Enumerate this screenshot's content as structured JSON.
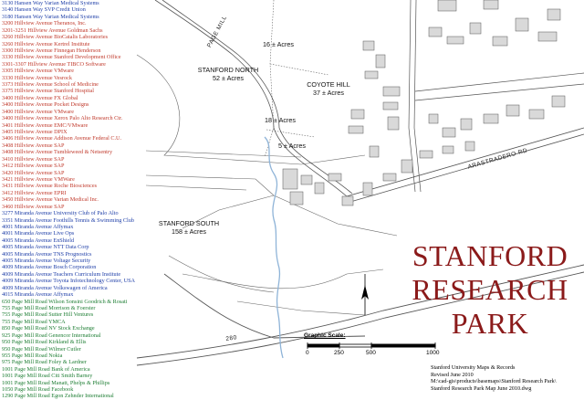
{
  "tenants": [
    {
      "text": "3130 Hansen Way  Varian Medical Systems",
      "color": "#1f3fa8"
    },
    {
      "text": "3140 Hansen Way  SVP Credit Union",
      "color": "#1f3fa8"
    },
    {
      "text": "3180 Hansen Way  Varian Medical Systems",
      "color": "#1f3fa8"
    },
    {
      "text": "3200 Hillview Avenue  Theranos, Inc.",
      "color": "#c0392b"
    },
    {
      "text": "3201-3251 Hillview Avenue  Goldman Sachs",
      "color": "#c0392b"
    },
    {
      "text": "3260 Hillview Avenue  BioCatalis Laboratories",
      "color": "#c0392b"
    },
    {
      "text": "3260 Hillview Avenue  Kertrel Institute",
      "color": "#c0392b"
    },
    {
      "text": "3300 Hillview Avenue  Finnegan Henderson",
      "color": "#c0392b"
    },
    {
      "text": "3330 Hillview Avenue  Stanford Development Office",
      "color": "#c0392b"
    },
    {
      "text": "3301-3307 Hillview Avenue  TIBCO Software",
      "color": "#c0392b"
    },
    {
      "text": "3305 Hillview Avenue  VMware",
      "color": "#c0392b"
    },
    {
      "text": "3330 Hillview Avenue  Vesrock",
      "color": "#c0392b"
    },
    {
      "text": "3373 Hillview Avenue  School of Medicine",
      "color": "#c0392b"
    },
    {
      "text": "3375 Hillview Avenue  Stanford Hospital",
      "color": "#c0392b"
    },
    {
      "text": "3400 Hillview Avenue  FX Global",
      "color": "#c0392b"
    },
    {
      "text": "3400 Hillview Avenue  Pocket Designs",
      "color": "#c0392b"
    },
    {
      "text": "3400 Hillview Avenue  VMware",
      "color": "#c0392b"
    },
    {
      "text": "3400 Hillview Avenue  Xerox Palo Alto Research Ctr.",
      "color": "#c0392b"
    },
    {
      "text": "3401 Hillview Avenue  EMC/VMware",
      "color": "#c0392b"
    },
    {
      "text": "3405 Hillview Avenue  DPIX",
      "color": "#c0392b"
    },
    {
      "text": "3406 Hillview Avenue  Addison Avenue Federal C.U.",
      "color": "#c0392b"
    },
    {
      "text": "3408 Hillview Avenue  SAP",
      "color": "#c0392b"
    },
    {
      "text": "3408 Hillview Avenue  Tumbleweed & Netsentry",
      "color": "#c0392b"
    },
    {
      "text": "3410 Hillview Avenue  SAP",
      "color": "#c0392b"
    },
    {
      "text": "3412 Hillview Avenue  SAP",
      "color": "#c0392b"
    },
    {
      "text": "3420 Hillview Avenue  SAP",
      "color": "#c0392b"
    },
    {
      "text": "3421 Hillview Avenue  VMWare",
      "color": "#c0392b"
    },
    {
      "text": "3431 Hillview Avenue  Roche Biosciences",
      "color": "#c0392b"
    },
    {
      "text": "3412 Hillview Avenue  EPRI",
      "color": "#c0392b"
    },
    {
      "text": "3450 Hillview Avenue  Varian Medical Inc.",
      "color": "#c0392b"
    },
    {
      "text": "3460 Hillview Avenue  SAP",
      "color": "#c0392b"
    },
    {
      "text": "3277 Miranda Avenue  University Club of Palo Alto",
      "color": "#1f3fa8"
    },
    {
      "text": "3351 Miranda Avenue  Foothills Tennis & Swimming Club",
      "color": "#1f3fa8"
    },
    {
      "text": "4001 Miranda Avenue  Affymax",
      "color": "#1f3fa8"
    },
    {
      "text": "4001 Miranda Avenue  Live Ops",
      "color": "#1f3fa8"
    },
    {
      "text": "4005 Miranda Avenue  EnShield",
      "color": "#1f3fa8"
    },
    {
      "text": "4005 Miranda Avenue  NTT Data Corp",
      "color": "#1f3fa8"
    },
    {
      "text": "4005 Miranda Avenue  TNS Prognostics",
      "color": "#1f3fa8"
    },
    {
      "text": "4005 Miranda Avenue  Voltage Security",
      "color": "#1f3fa8"
    },
    {
      "text": "4009 Miranda Avenue  Bosch Corporation",
      "color": "#1f3fa8"
    },
    {
      "text": "4009 Miranda Avenue  Teachers Curriculum Institute",
      "color": "#1f3fa8"
    },
    {
      "text": "4009 Miranda Avenue  Toyota Infotechnology Center, USA",
      "color": "#1f3fa8"
    },
    {
      "text": "4009 Miranda Avenue  Volkswagen of America",
      "color": "#1f3fa8"
    },
    {
      "text": "4015 Miranda Avenue  Affymax",
      "color": "#1f3fa8"
    },
    {
      "text": "650 Page Mill Road  Wilson Sonsini Goodrich & Rosati",
      "color": "#1e7e34"
    },
    {
      "text": "755 Page Mill Road  Morrison & Foerster",
      "color": "#1e7e34"
    },
    {
      "text": "755 Page Mill Road  Sutter Hill Ventures",
      "color": "#1e7e34"
    },
    {
      "text": "755 Page Mill Road  YMCA",
      "color": "#1e7e34"
    },
    {
      "text": "850 Page Mill Road  NV Stock Exchange",
      "color": "#1e7e34"
    },
    {
      "text": "925 Page Mill Road  Genencor International",
      "color": "#1e7e34"
    },
    {
      "text": "950 Page Mill Road  Kirkland & Ellis",
      "color": "#1e7e34"
    },
    {
      "text": "950 Page Mill Road  Wilmer Cutler",
      "color": "#1e7e34"
    },
    {
      "text": "955 Page Mill Road  Nokia",
      "color": "#1e7e34"
    },
    {
      "text": "975 Page Mill Road  Foley & Lardner",
      "color": "#1e7e34"
    },
    {
      "text": "1001 Page Mill Road  Bank of America",
      "color": "#1e7e34"
    },
    {
      "text": "1001 Page Mill Road  Citi Smith Barney",
      "color": "#1e7e34"
    },
    {
      "text": "1001 Page Mill Road  Manatt, Phelps & Phillips",
      "color": "#1e7e34"
    },
    {
      "text": "1050 Page Mill Road  Facebook",
      "color": "#1e7e34"
    },
    {
      "text": "1290 Page Mill Road  Egon Zehnder International",
      "color": "#1e7e34"
    }
  ],
  "areas": {
    "acres16": "16 ± Acres",
    "north_name": "STANFORD NORTH",
    "north_acres": "52 ± Acres",
    "coyote_name": "COYOTE HILL",
    "coyote_acres": "37 ± Acres",
    "acres18": "18 ± Acres",
    "acres5": "5 ± Acres",
    "south_name": "STANFORD SOUTH",
    "south_acres": "158 ± Acres"
  },
  "roads": {
    "page_mill": "PAGE MILL",
    "arastradero": "ARASTRADERO RD",
    "i280": "280"
  },
  "title": {
    "line1": "STANFORD",
    "line2": "RESEARCH",
    "line3": "PARK"
  },
  "scale": {
    "label": "Graphic Scale:",
    "ticks": [
      "0",
      "250",
      "500",
      "1000"
    ]
  },
  "footer": {
    "line1": "Stanford University Maps & Records",
    "line2": "Revised June 2010",
    "line3": "M:\\cad-gis\\products\\basemaps\\Stanford Research Park\\",
    "line4": "Stanford Research Park Map June 2010.dwg"
  },
  "colors": {
    "title": "#8b1a1a",
    "hansen_miranda": "#1f3fa8",
    "hillview": "#c0392b",
    "page_mill": "#1e7e34",
    "creek": "#8fb4d8"
  }
}
